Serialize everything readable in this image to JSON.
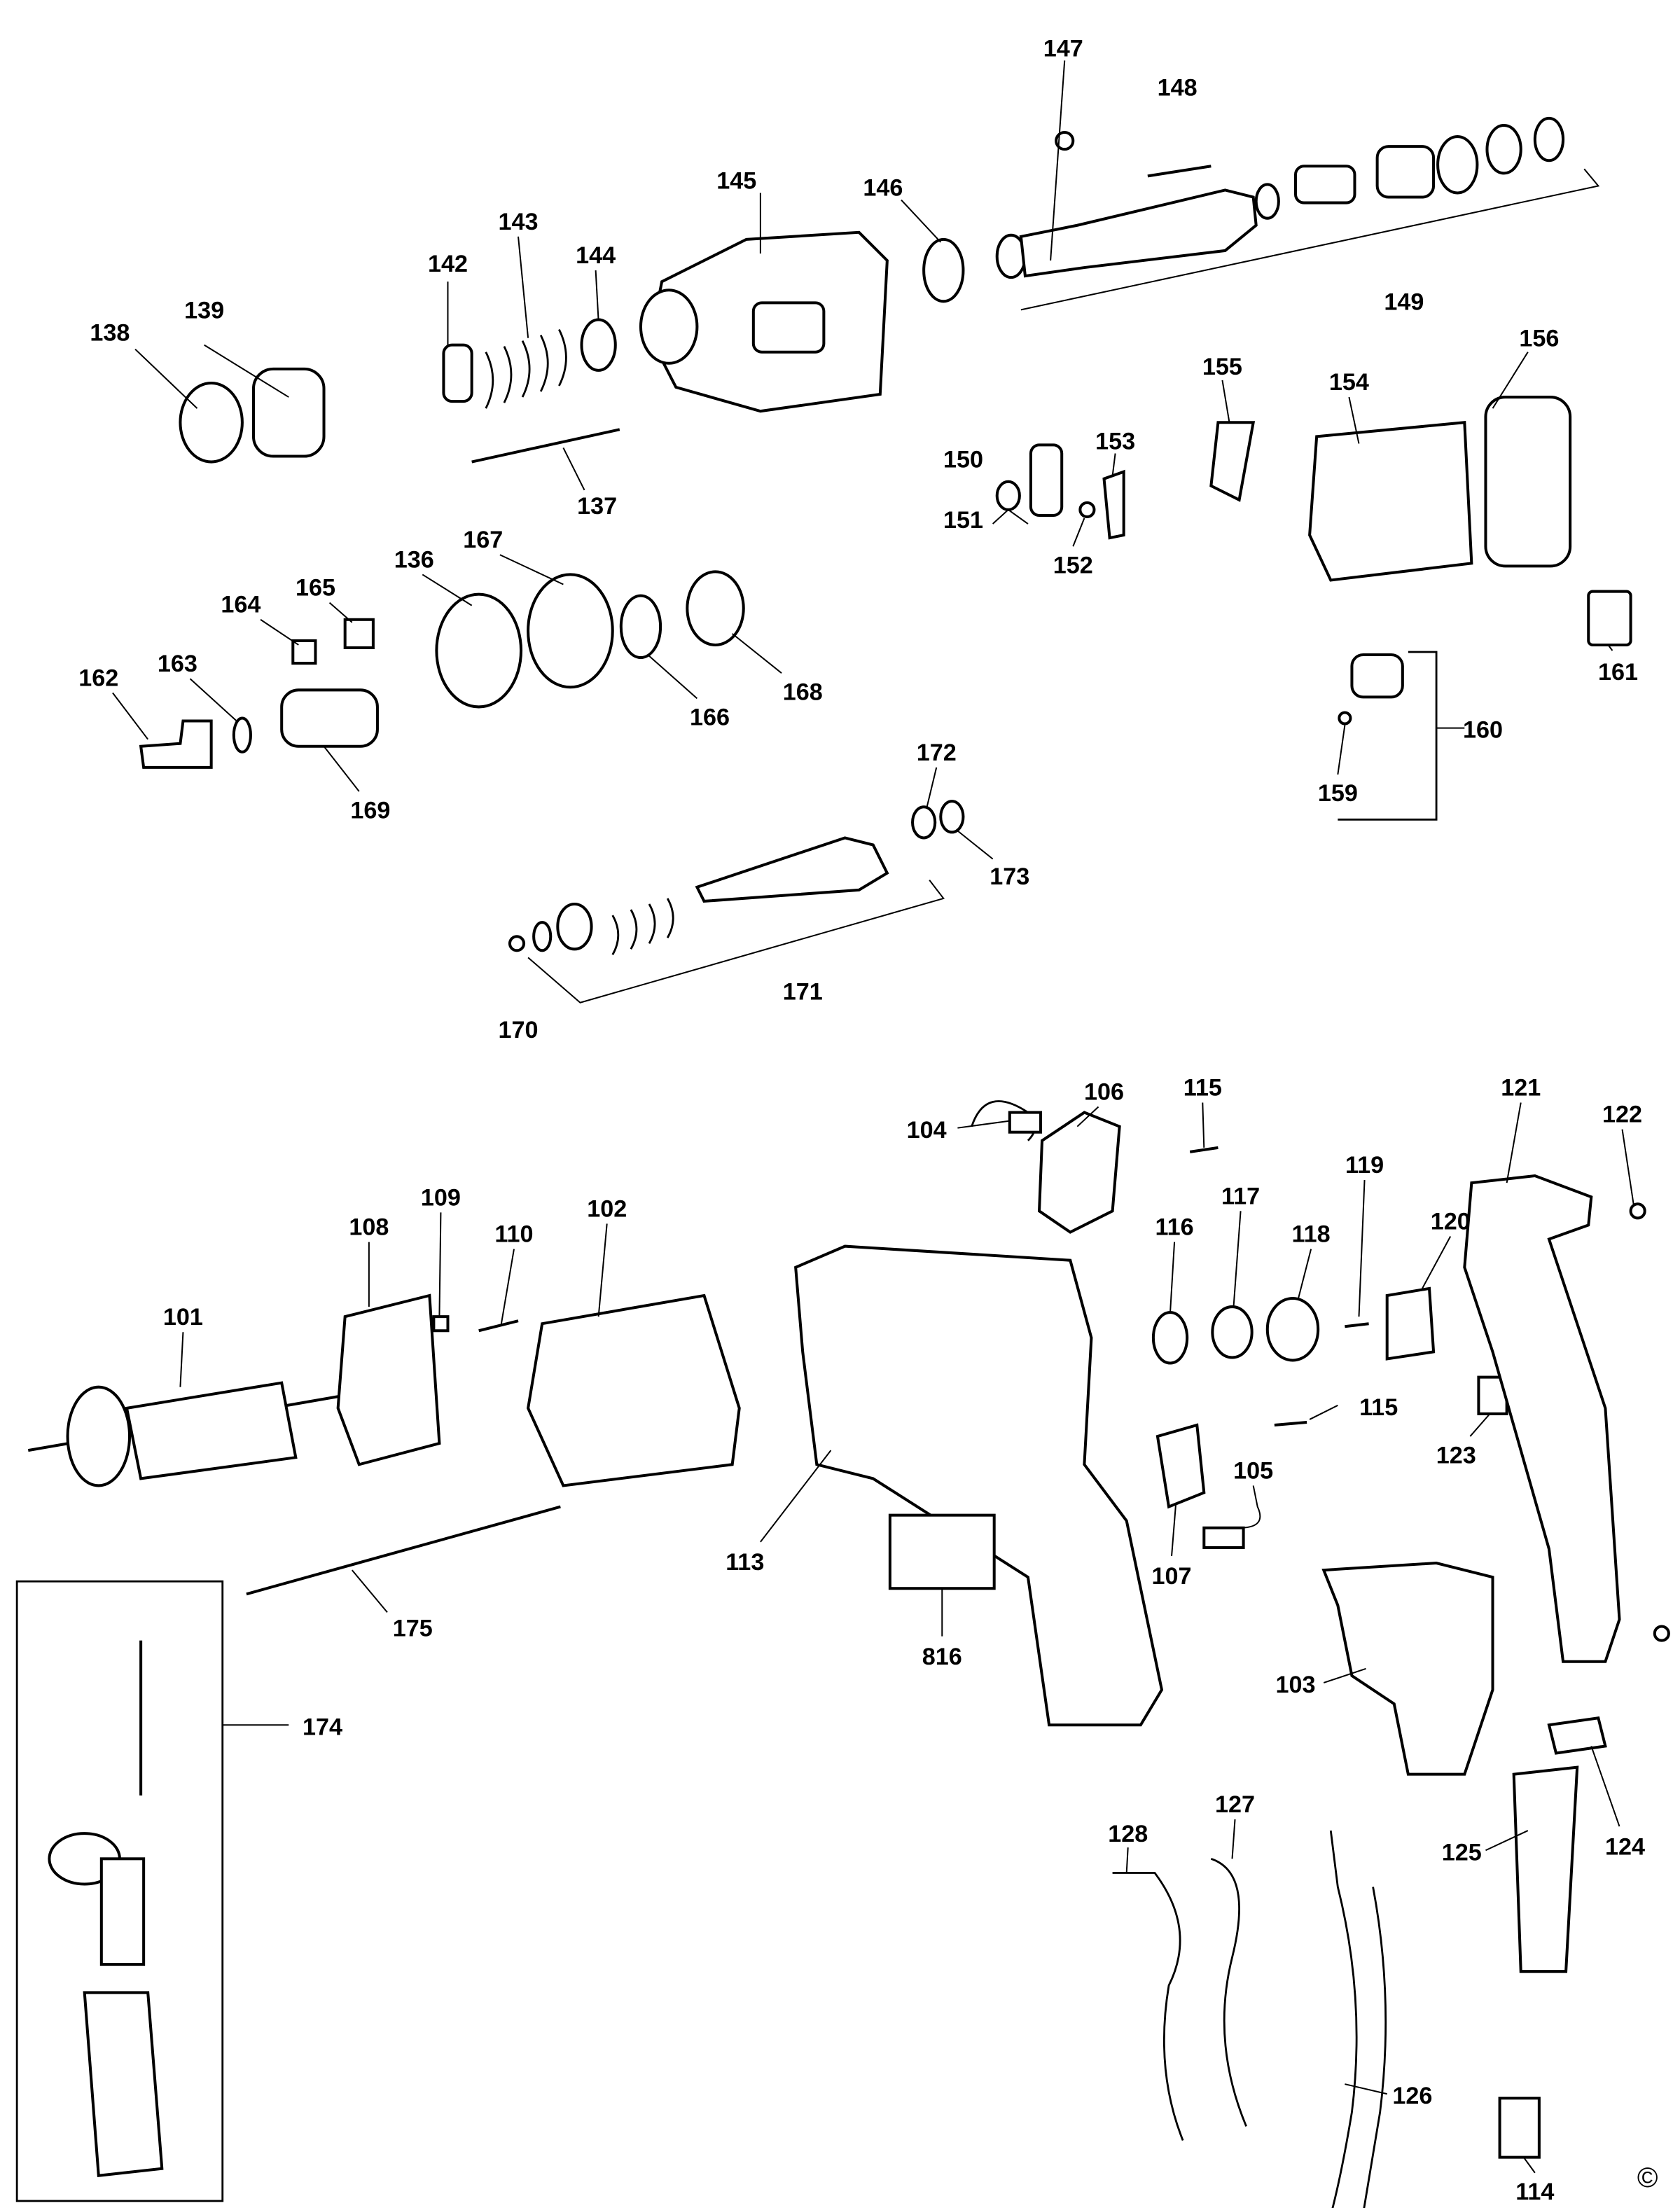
{
  "diagram": {
    "callouts": [
      "147",
      "148",
      "145",
      "146",
      "143",
      "142",
      "144",
      "138",
      "139",
      "149",
      "156",
      "155",
      "154",
      "153",
      "150",
      "151",
      "152",
      "137",
      "136",
      "167",
      "164",
      "165",
      "163",
      "162",
      "166",
      "168",
      "169",
      "161",
      "160",
      "159",
      "172",
      "173",
      "171",
      "170",
      "115",
      "121",
      "122",
      "104",
      "106",
      "119",
      "116",
      "117",
      "118",
      "120",
      "109",
      "108",
      "110",
      "102",
      "101",
      "115",
      "123",
      "105",
      "113",
      "107",
      "175",
      "816",
      "174",
      "103",
      "127",
      "128",
      "125",
      "124",
      "126",
      "114"
    ],
    "copyright_mark": "©"
  }
}
